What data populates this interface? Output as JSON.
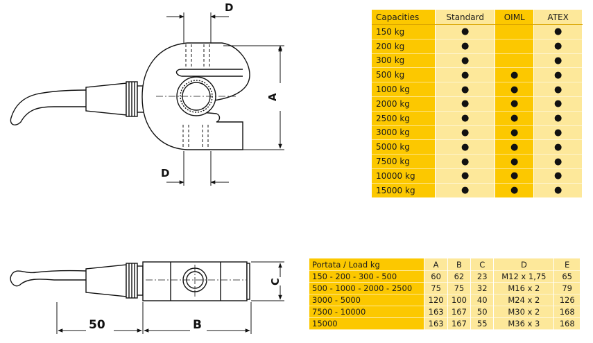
{
  "drawing": {
    "labels": {
      "d_top": "D",
      "d_bottom": "D",
      "a": "A",
      "c": "C",
      "b": "B",
      "fifty": "50"
    }
  },
  "capacities": {
    "headers": [
      "Capacities",
      "Standard",
      "OIML",
      "ATEX"
    ],
    "rows": [
      {
        "load": "150 kg",
        "standard": true,
        "oiml": false,
        "atex": true
      },
      {
        "load": "200 kg",
        "standard": true,
        "oiml": false,
        "atex": true
      },
      {
        "load": "300 kg",
        "standard": true,
        "oiml": false,
        "atex": true
      },
      {
        "load": "500 kg",
        "standard": true,
        "oiml": true,
        "atex": true
      },
      {
        "load": "1000 kg",
        "standard": true,
        "oiml": true,
        "atex": true
      },
      {
        "load": "2000 kg",
        "standard": true,
        "oiml": true,
        "atex": true
      },
      {
        "load": "2500 kg",
        "standard": true,
        "oiml": true,
        "atex": true
      },
      {
        "load": "3000 kg",
        "standard": true,
        "oiml": true,
        "atex": true
      },
      {
        "load": "5000 kg",
        "standard": true,
        "oiml": true,
        "atex": true
      },
      {
        "load": "7500 kg",
        "standard": true,
        "oiml": true,
        "atex": true
      },
      {
        "load": "10000 kg",
        "standard": true,
        "oiml": true,
        "atex": true
      },
      {
        "load": "15000 kg",
        "standard": true,
        "oiml": true,
        "atex": true
      }
    ],
    "dot_glyph": "●"
  },
  "dimensions": {
    "headers": [
      "Portata / Load kg",
      "A",
      "B",
      "C",
      "D",
      "E"
    ],
    "rows": [
      [
        "150 - 200 - 300 - 500",
        "60",
        "62",
        "23",
        "M12 x 1,75",
        "65"
      ],
      [
        "500 - 1000 - 2000 - 2500",
        "75",
        "75",
        "32",
        "M16 x 2",
        "79"
      ],
      [
        "3000 - 5000",
        "120",
        "100",
        "40",
        "M24 x 2",
        "126"
      ],
      [
        "7500 - 10000",
        "163",
        "167",
        "50",
        "M30 x 2",
        "168"
      ],
      [
        "15000",
        "163",
        "167",
        "55",
        "M36 x 3",
        "168"
      ]
    ]
  },
  "colors": {
    "dark_yellow": "#fcc800",
    "light_yellow": "#fde89a",
    "ink": "#111111"
  }
}
